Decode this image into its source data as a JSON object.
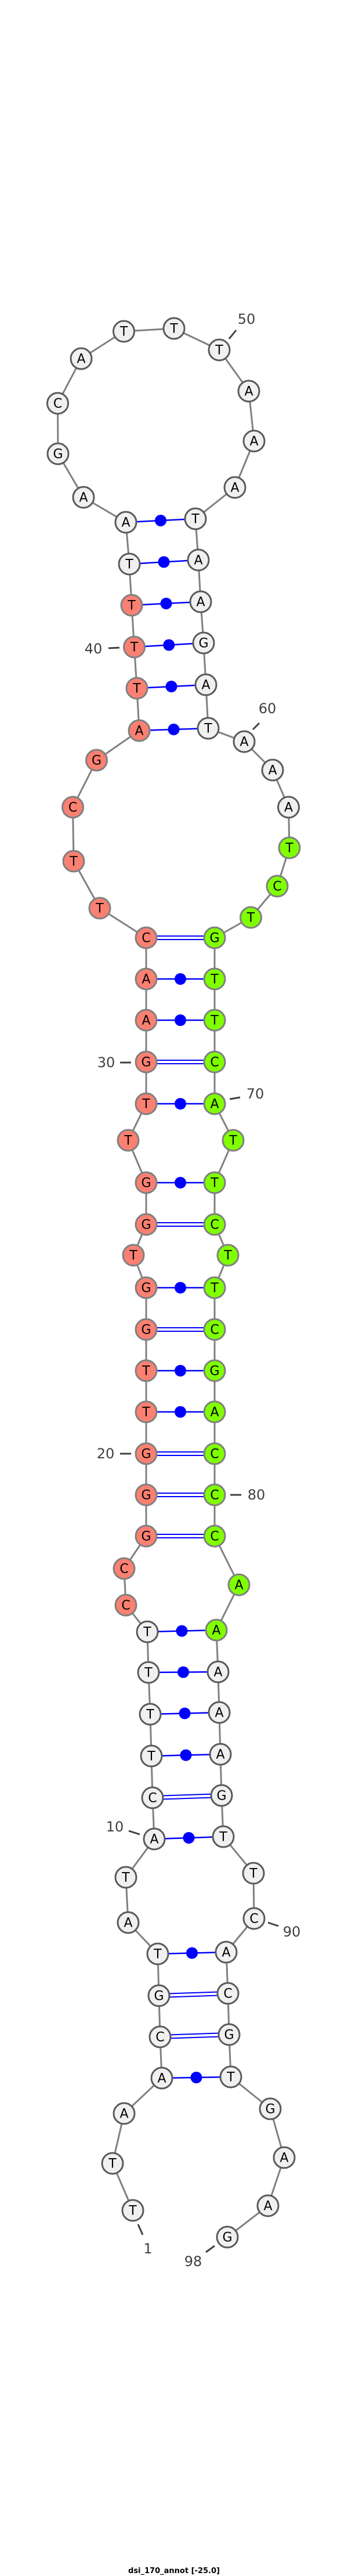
{
  "title": "dsi_170_annot [-25.0]",
  "nucleotides": [
    "T",
    "T",
    "A",
    "A",
    "C",
    "G",
    "T",
    "A",
    "T",
    "A",
    "C",
    "T",
    "T",
    "T",
    "T",
    "C",
    "C",
    "G",
    "G",
    "G",
    "T",
    "T",
    "G",
    "G",
    "T",
    "G",
    "G",
    "T",
    "T",
    "G",
    "A",
    "A",
    "C",
    "T",
    "T",
    "C",
    "G",
    "A",
    "T",
    "T",
    "T",
    "T",
    "A",
    "A",
    "G",
    "C",
    "A",
    "T",
    "T",
    "T",
    "A",
    "A",
    "A",
    "T",
    "A",
    "A",
    "G",
    "A",
    "T",
    "A",
    "A",
    "A",
    "T",
    "C",
    "T",
    "G",
    "T",
    "T",
    "C",
    "A",
    "T",
    "T",
    "C",
    "T",
    "T",
    "C",
    "G",
    "A",
    "C",
    "C",
    "C",
    "A",
    "A",
    "A",
    "A",
    "A",
    "G",
    "T",
    "T",
    "C",
    "A",
    "C",
    "G",
    "T",
    "G",
    "A",
    "A",
    "G"
  ],
  "highlight_regions": [
    {
      "from": 16,
      "to": 41,
      "color": "#FA8072"
    },
    {
      "from": 63,
      "to": 83,
      "color": "#7FFF00"
    }
  ],
  "default_color": "#F0F0F0",
  "pair_color": "#0000FF",
  "pairs": [
    [
      4,
      94
    ],
    [
      5,
      93
    ],
    [
      6,
      92
    ],
    [
      7,
      91
    ],
    [
      10,
      88
    ],
    [
      11,
      87
    ],
    [
      12,
      86
    ],
    [
      13,
      85
    ],
    [
      14,
      84
    ],
    [
      15,
      83
    ],
    [
      18,
      81
    ],
    [
      19,
      80
    ],
    [
      20,
      79
    ],
    [
      21,
      78
    ],
    [
      22,
      77
    ],
    [
      23,
      76
    ],
    [
      24,
      75
    ],
    [
      26,
      73
    ],
    [
      27,
      72
    ],
    [
      29,
      70
    ],
    [
      30,
      69
    ],
    [
      31,
      68
    ],
    [
      32,
      67
    ],
    [
      33,
      66
    ],
    [
      38,
      59
    ],
    [
      39,
      58
    ],
    [
      40,
      57
    ],
    [
      41,
      56
    ],
    [
      42,
      55
    ],
    [
      43,
      54
    ]
  ],
  "position_labels": [
    "1",
    "10",
    "20",
    "30",
    "40",
    "50",
    "60",
    "70",
    "80",
    "90",
    "98"
  ]
}
